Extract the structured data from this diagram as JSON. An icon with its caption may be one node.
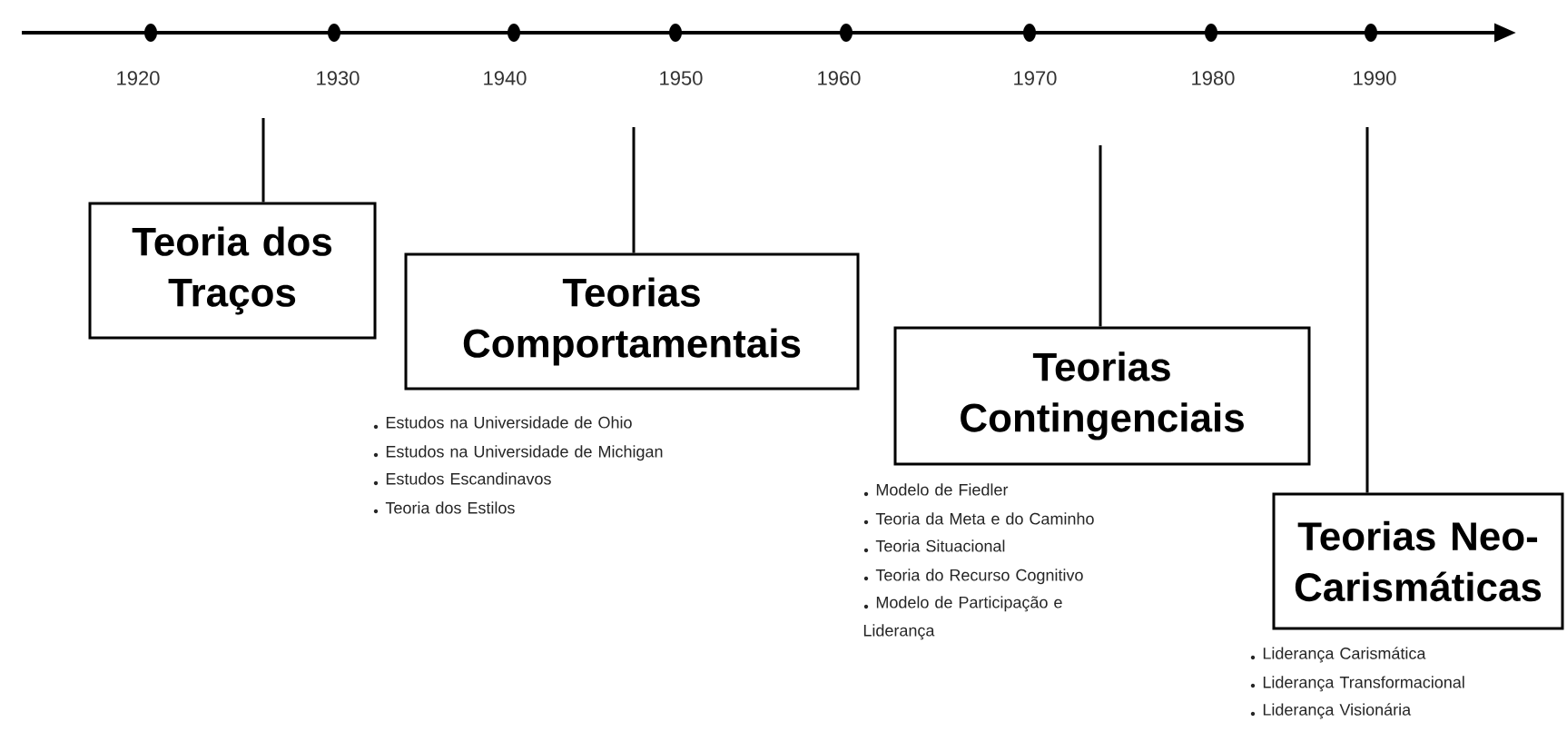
{
  "diagram": {
    "nodes": [
      {
        "text": [
          "Teoria dos Traços"
        ]
      },
      {
        "text": [
          "Teorias Comportamentais"
        ],
        "beside": [
          "Estudos na Universidade de Ohio",
          "Estudos na Universidade de Michigan",
          "Estudos Escandinavos",
          "Teoria dos Estilos"
        ]
      },
      {
        "text": [
          "Teorias Contingenciais"
        ],
        "beside": [
          "Modelo de Fiedler",
          "Teoria da Meta e do Caminho",
          "Teoria Situacional",
          "Teoria do Recurso Cognitivo",
          "Modelo de Participação e Liderança"
        ]
      },
      {
        "text": [
          "Teorias Neo-Carismáticas"
        ],
        "beside": [
          "Liderança Carismática",
          "Liderança Transformacional",
          "Liderança Visionária"
        ]
      }
    ],
    "edges": [
      {
        "from": null,
        "to": 0,
        "arrow": "none"
      },
      {
        "from": null,
        "to": 1,
        "arrow": "none"
      },
      {
        "from": null,
        "to": 2,
        "arrow": "none"
      },
      {
        "from": null,
        "to": 3,
        "arrow": "none"
      }
    ],
    "labels": [
      "1920",
      "1930",
      "1940",
      "1950",
      "1960",
      "1970",
      "1980",
      "1990"
    ]
  }
}
